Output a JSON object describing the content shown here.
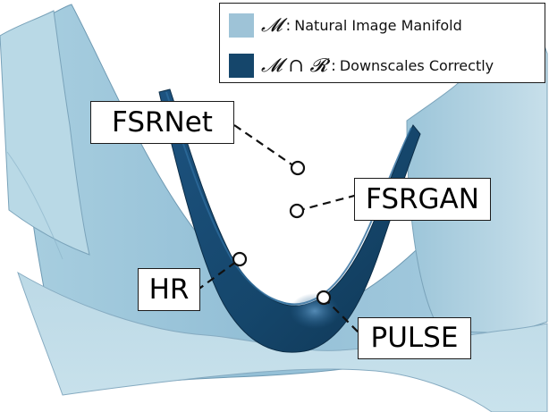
{
  "colors": {
    "manifold": "#9ec3d7",
    "intersection": "#15466b",
    "outline": "#1b1b1b"
  },
  "legend": {
    "manifold": {
      "symbol": "𝓜",
      "text": "Natural Image Manifold"
    },
    "intersection": {
      "symbol": "𝓜 ∩ 𝓡",
      "text": "Downscales Correctly"
    },
    "separator": ":"
  },
  "points": {
    "fsrnet": "FSRNet",
    "fsrgan": "FSRGAN",
    "hr": "HR",
    "pulse": "PULSE"
  }
}
